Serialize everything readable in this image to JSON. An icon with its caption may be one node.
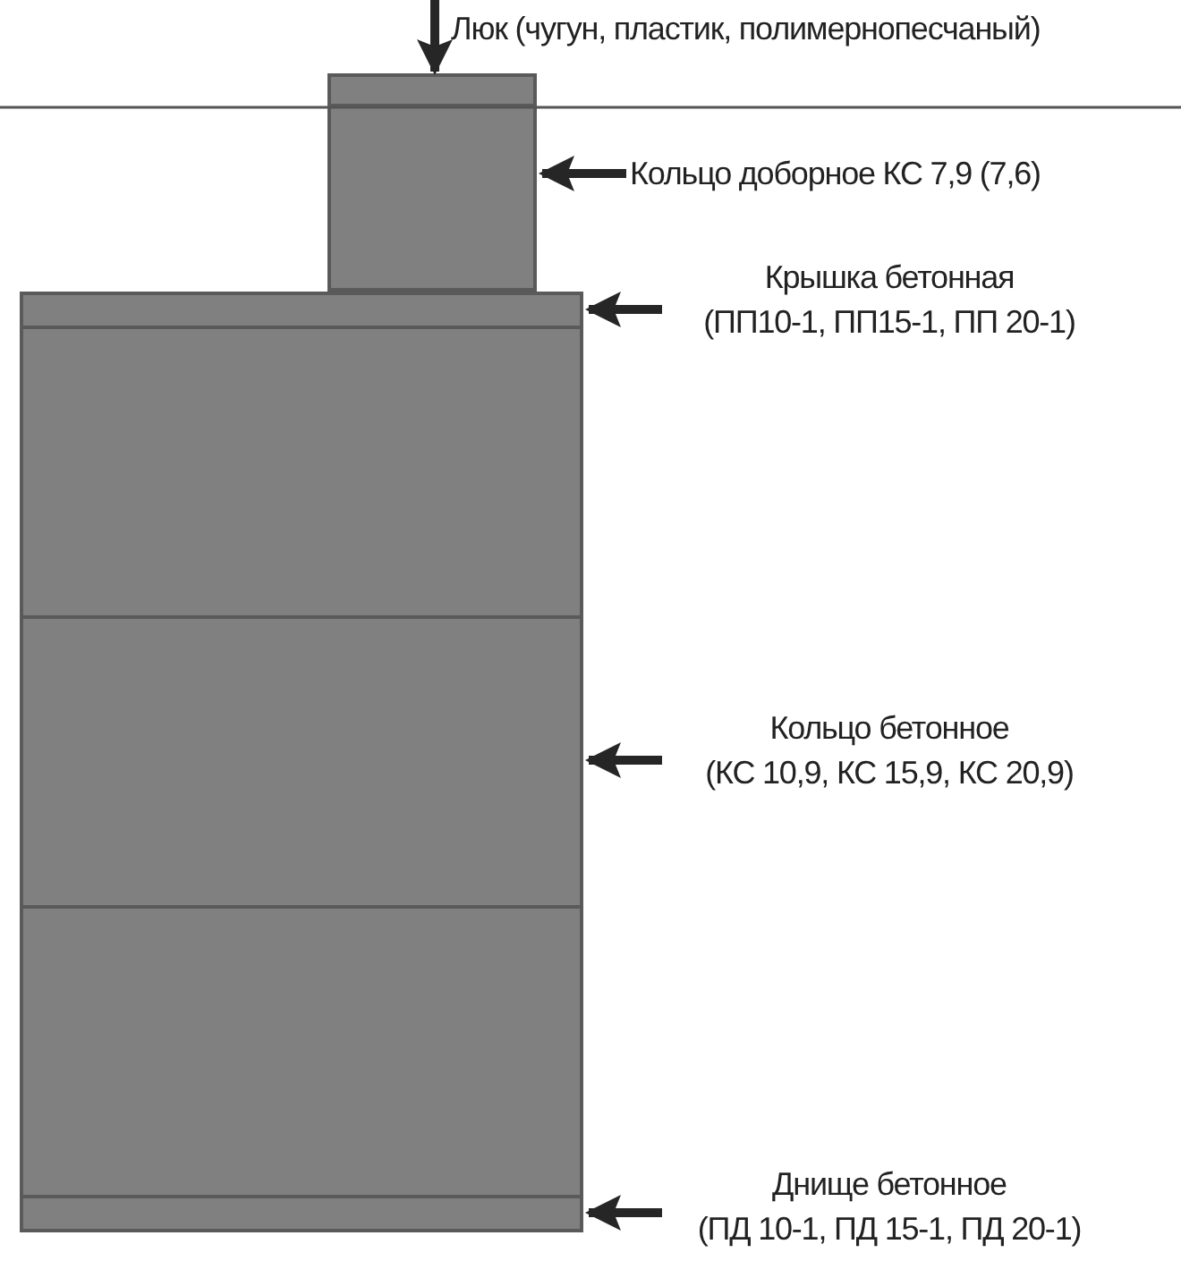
{
  "diagram": {
    "nodes": [
      {
        "text": [
          "Люк (чугун, пластик, полимернопесчаный)"
        ]
      },
      {
        "text": [],
        "shape": "box"
      },
      {
        "text": [
          "Кольцо доборное КС 7,9 (7,6)"
        ]
      },
      {
        "text": [],
        "shape": "box"
      },
      {
        "text": [
          "Крышка бетонная",
          "(ПП10-1, ПП15-1, ПП 20-1)"
        ]
      },
      {
        "text": [],
        "shape": "box"
      },
      {
        "text": [
          "Кольцо бетонное",
          "(КС 10,9, КС 15,9, КС 20,9)"
        ]
      },
      {
        "text": [],
        "shape": "box"
      },
      {
        "text": [],
        "shape": "box"
      },
      {
        "text": [],
        "shape": "box"
      },
      {
        "text": [
          "Днище бетонное",
          "(ПД 10-1, ПД 15-1, ПД 20-1)"
        ]
      },
      {
        "text": [],
        "shape": "box"
      }
    ],
    "edges": [
      {
        "from": 0,
        "to": 1,
        "arrow": "to"
      },
      {
        "from": 2,
        "to": 3,
        "arrow": "to"
      },
      {
        "from": 4,
        "to": 5,
        "arrow": "to"
      },
      {
        "from": 6,
        "to": 8,
        "arrow": "to"
      },
      {
        "from": 10,
        "to": 11,
        "arrow": "to"
      }
    ]
  }
}
